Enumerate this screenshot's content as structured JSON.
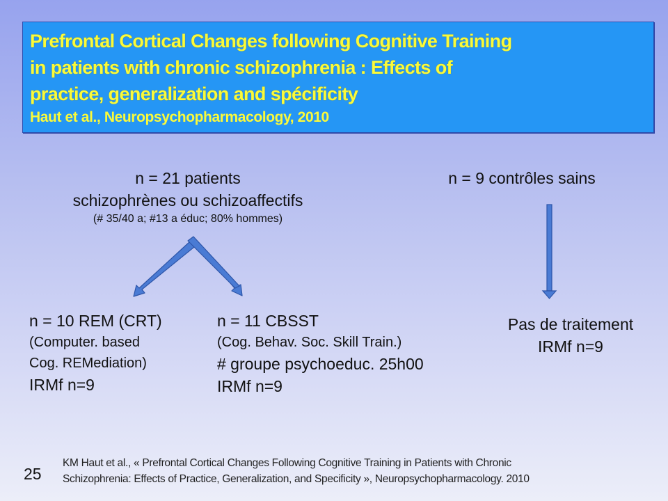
{
  "slide": {
    "number": "25",
    "background": {
      "top": "#97a3ee",
      "bottom": "#eceef9"
    }
  },
  "title_box": {
    "fill": "#2596f5",
    "text_color": "#fafa3a",
    "lines": [
      "Prefrontal Cortical Changes following Cognitive Training",
      "in patients with chronic schizophrenia : Effects of",
      "practice, generalization and spécificity"
    ],
    "citation": "Haut et al., Neuropsychopharmacology, 2010"
  },
  "diagram": {
    "arrow_color": "#4a7bd4",
    "patients": {
      "line1": "n = 21 patients",
      "line2": "schizophrènes ou schizoaffectifs",
      "line3": "(# 35/40 a; #13 a éduc; 80% hommes)"
    },
    "controls": {
      "line1": "n = 9 contrôles sains"
    },
    "group_rem": {
      "line1": "n = 10 REM (CRT)",
      "line2": "(Computer. based",
      "line3": "Cog. REMediation)",
      "line4": "IRMf n=9"
    },
    "group_cbsst": {
      "line1": "n = 11 CBSST",
      "line2": "(Cog. Behav. Soc. Skill Train.)",
      "line3": "# groupe psychoeduc. 25h00",
      "line4": "IRMf n=9"
    },
    "group_control": {
      "line1": "Pas de traitement",
      "line2": "IRMf n=9"
    }
  },
  "footer": {
    "reference_line1": "KM Haut et al., « Prefrontal Cortical Changes Following Cognitive Training in Patients with Chronic",
    "reference_line2": "Schizophrenia: Effects of Practice, Generalization, and Specificity », Neuropsychopharmacology. 2010"
  }
}
